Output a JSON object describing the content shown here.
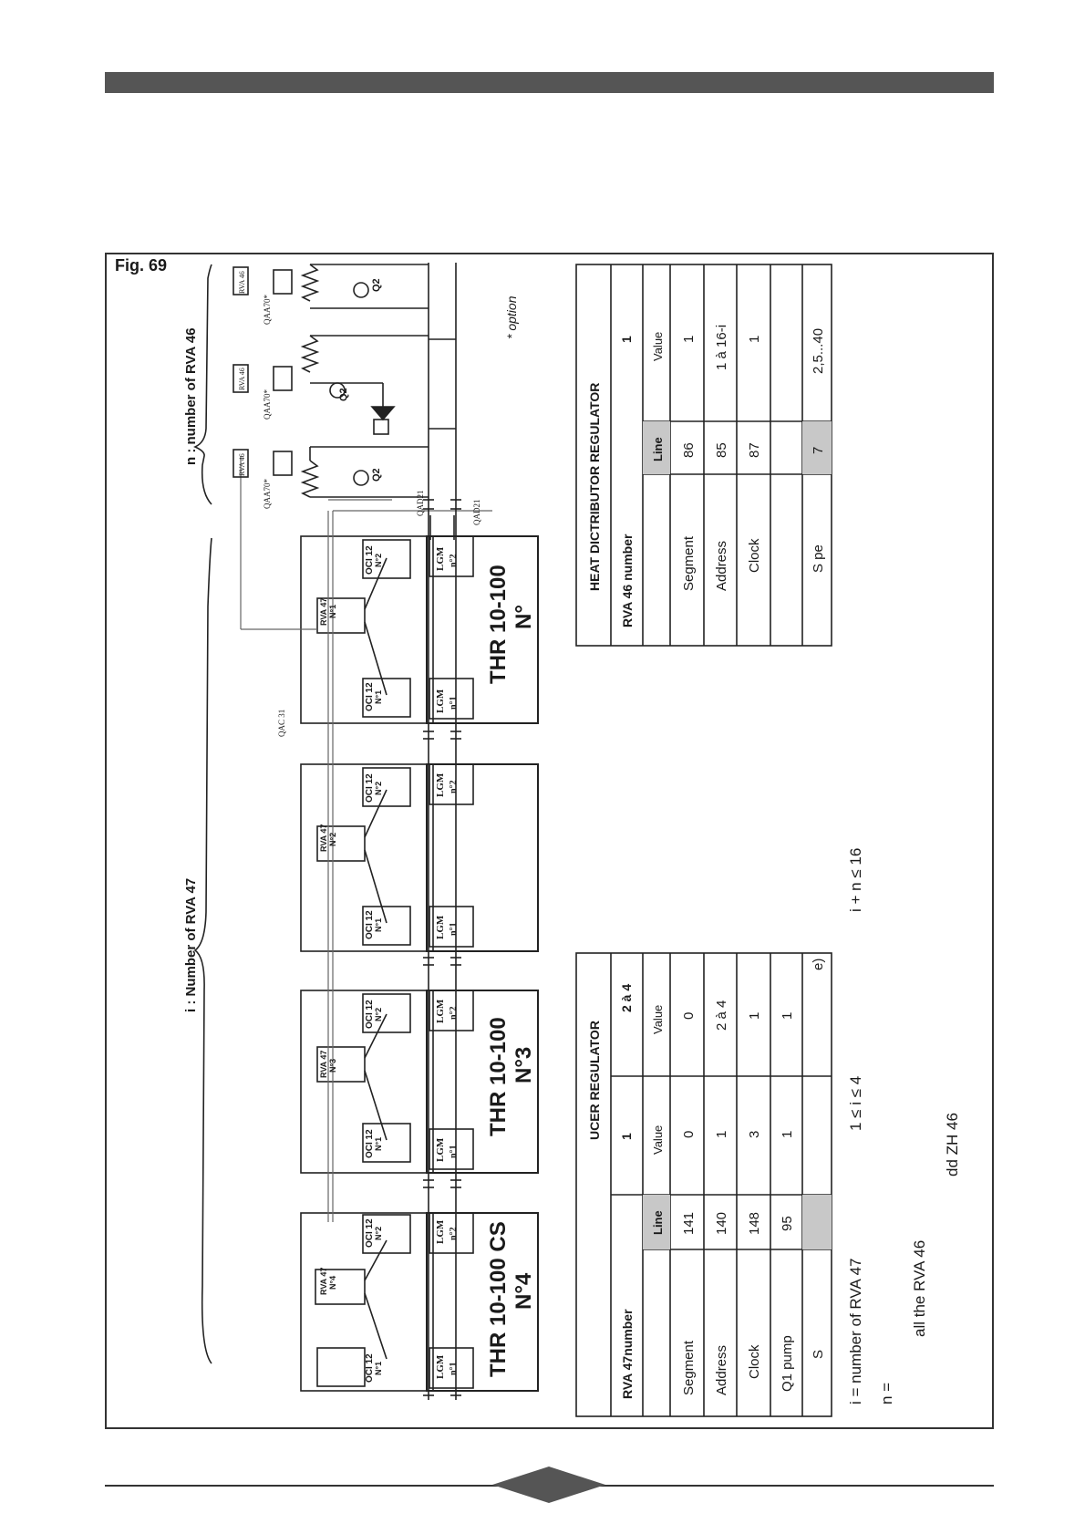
{
  "figure": {
    "label": "Fig. 69"
  },
  "annotations": {
    "i_label": "i : Number of  RVA 47",
    "n_label": "n : number of RVA 46",
    "option_note": "* option",
    "qac": "QAC 31",
    "qad_upper": "QAD21",
    "qad_lower": "QAD21",
    "qaa": "QAA70*"
  },
  "boilers": [
    {
      "rva": "RVA 47",
      "rva_no": "N°4",
      "oci1": "OCI 12",
      "oci1_no": "N°1",
      "oci2": "OCI 12",
      "oci2_no": "N°2",
      "lgm1": "LGM",
      "lgm1_no": "n°1",
      "lgm2": "LGM",
      "lgm2_no": "n°2",
      "title1": "THR 10-100 CS",
      "title2": "N°4"
    },
    {
      "rva": "RVA 47",
      "rva_no": "N°3",
      "oci1": "OCI 12",
      "oci1_no": "N°1",
      "oci2": "OCI 12",
      "oci2_no": "N°2",
      "lgm1": "LGM",
      "lgm1_no": "n°1",
      "lgm2": "LGM",
      "lgm2_no": "n°2",
      "title1": "THR 10-100",
      "title2": "N°3"
    },
    {
      "rva": "RVA 47",
      "rva_no": "N°2",
      "oci1": "OCI 12",
      "oci1_no": "N°1",
      "oci2": "OCI 12",
      "oci2_no": "N°2",
      "lgm1": "LGM",
      "lgm1_no": "n°1",
      "lgm2": "LGM",
      "lgm2_no": "n°2",
      "title1": "",
      "title2": ""
    },
    {
      "rva": "RVA 47",
      "rva_no": "N°1",
      "oci1": "OCI 12",
      "oci1_no": "N°1",
      "oci2": "OCI 12",
      "oci2_no": "N°2",
      "lgm1": "LGM",
      "lgm1_no": "n°1",
      "lgm2": "LGM",
      "lgm2_no": "n°2",
      "title1": "THR 10-100",
      "title2": "N°"
    }
  ],
  "circuits": {
    "rva46": "RVA 46",
    "pump": "Q2"
  },
  "ucer_table": {
    "title": "UCER REGULATOR",
    "row_header": "RVA 47number",
    "col_1": "1",
    "col_2": "2 à 4",
    "sub_line": "Line",
    "sub_value": "Value",
    "rows": [
      {
        "label": "Segment",
        "line": "141",
        "v1": "0",
        "v2": "0"
      },
      {
        "label": "Address",
        "line": "140",
        "v1": "1",
        "v2": "2 à 4"
      },
      {
        "label": "Clock",
        "line": "148",
        "v1": "3",
        "v2": "1"
      },
      {
        "label": "Q1 pump",
        "line": "95",
        "v1": "1",
        "v2": "1"
      },
      {
        "label": "S",
        "line": "",
        "v1": "",
        "v2": "e)"
      }
    ]
  },
  "heat_table": {
    "title": "HEAT DICTRIBUTOR REGULATOR",
    "row_header": "RVA 46 number",
    "col_1": "1",
    "sub_line": "Line",
    "sub_value": "Value",
    "rows": [
      {
        "label": "Segment",
        "line": "86",
        "v1": "1"
      },
      {
        "label": "Address",
        "line": "85",
        "v1": "1 à 16-i"
      },
      {
        "label": "Clock",
        "line": "87",
        "v1": "1"
      },
      {
        "label": "S   pe",
        "line": "7",
        "v1": "2,5...40"
      }
    ]
  },
  "notes": {
    "i_def": "i = number of RVA 47",
    "i_range": "1 ≤  i ≤ 4",
    "sum_range": "i + n ≤ 16",
    "n_def": "n =",
    "all_rva": "all the RVA 46",
    "zh": "dd ZH 46"
  }
}
